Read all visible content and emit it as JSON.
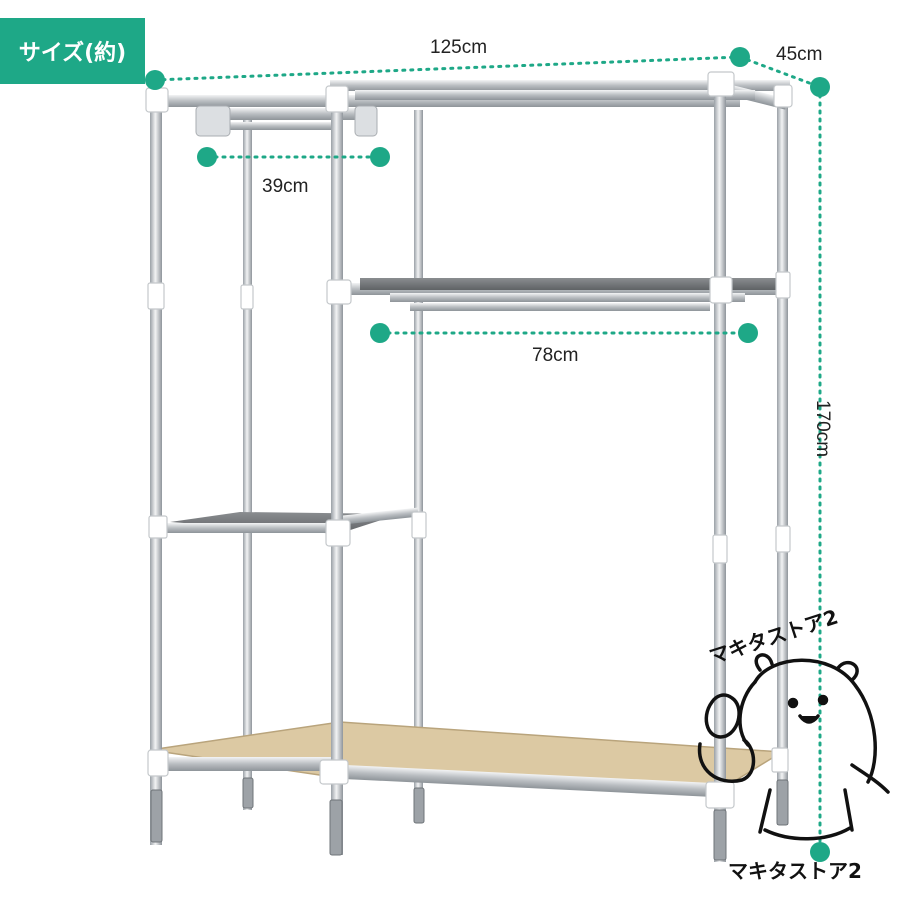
{
  "badge": {
    "label": "サイズ(約)"
  },
  "dimensions": {
    "width": "125cm",
    "depth": "45cm",
    "left_rod": "39cm",
    "right_rod": "78cm",
    "height": "170cm"
  },
  "watermark": {
    "top": "マキタストア2",
    "bottom": "マキタストア2"
  },
  "colors": {
    "accent": "#1ea887",
    "board": "#dcc9a3",
    "shelf": "#707376"
  }
}
